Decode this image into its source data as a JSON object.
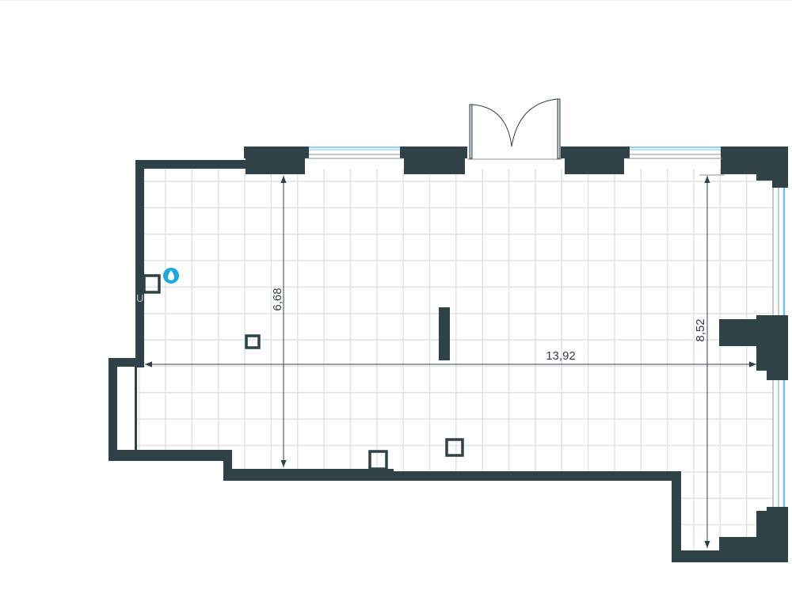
{
  "plan": {
    "dimensions": {
      "height_left": "6,68",
      "width": "13,92",
      "height_right": "8,52"
    },
    "marker_label": "U",
    "icons": {
      "water": "water-drop-icon"
    },
    "colors": {
      "wall": "#2f4248",
      "grid": "#e2e2e2",
      "window": "#6ec6f0",
      "water": "#1ba9e1"
    }
  }
}
